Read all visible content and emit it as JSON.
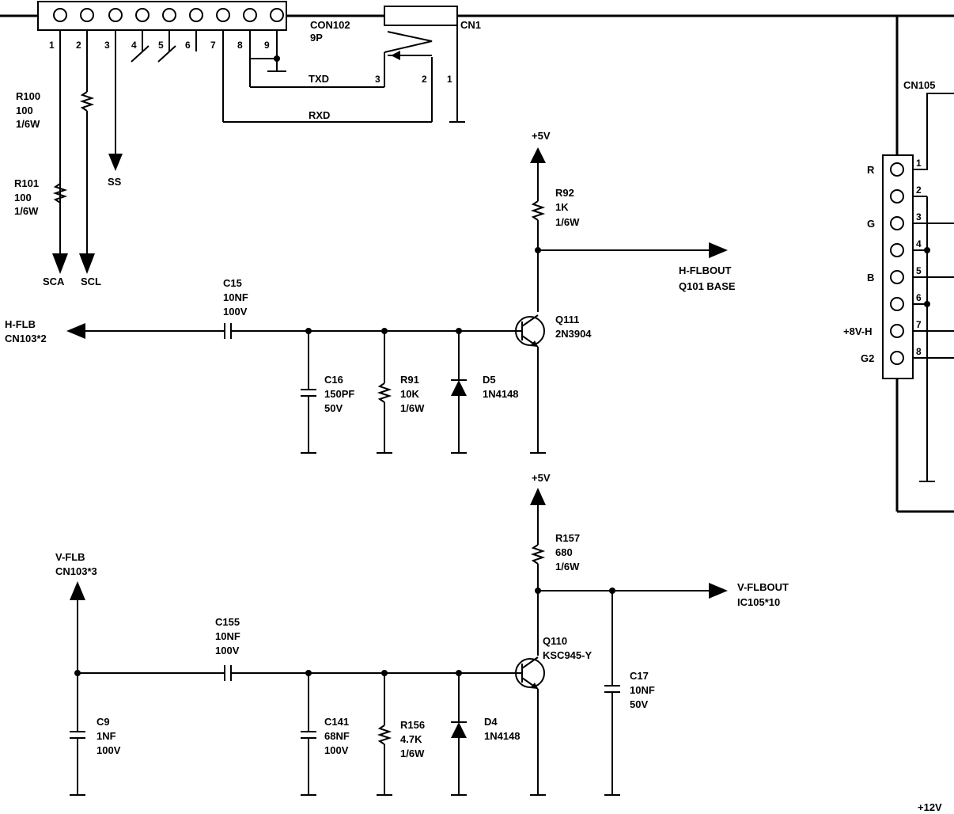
{
  "connectors": {
    "con102": {
      "ref": "CON102",
      "type": "9P",
      "pins": [
        "1",
        "2",
        "3",
        "4",
        "5",
        "6",
        "7",
        "8",
        "9"
      ]
    },
    "cn1": {
      "ref": "CN1",
      "pins": [
        "3",
        "2",
        "1"
      ]
    },
    "cn105": {
      "ref": "CN105",
      "pins": [
        "1",
        "2",
        "3",
        "4",
        "5",
        "6",
        "7",
        "8"
      ],
      "labels": [
        "R",
        "",
        "G",
        "",
        "B",
        "",
        "+8V-H",
        "G2"
      ]
    }
  },
  "nets": {
    "txd": "TXD",
    "rxd": "RXD",
    "ss": "SS",
    "sca": "SCA",
    "scl": "SCL",
    "plus5v_top": "+5V",
    "plus5v_bottom": "+5V",
    "plus12v": "+12V",
    "hflb_name": "H-FLB",
    "hflb_src": "CN103*2",
    "hflbout_name": "H-FLBOUT",
    "hflbout_dest": "Q101 BASE",
    "vflb_name": "V-FLB",
    "vflb_src": "CN103*3",
    "vflbout_name": "V-FLBOUT",
    "vflbout_dest": "IC105*10"
  },
  "components": {
    "r100": {
      "ref": "R100",
      "value": "100",
      "rating": "1/6W"
    },
    "r101": {
      "ref": "R101",
      "value": "100",
      "rating": "1/6W"
    },
    "r92": {
      "ref": "R92",
      "value": "1K",
      "rating": "1/6W"
    },
    "c15": {
      "ref": "C15",
      "value": "10NF",
      "rating": "100V"
    },
    "c16": {
      "ref": "C16",
      "value": "150PF",
      "rating": "50V"
    },
    "r91": {
      "ref": "R91",
      "value": "10K",
      "rating": "1/6W"
    },
    "d5": {
      "ref": "D5",
      "value": "1N4148"
    },
    "q111": {
      "ref": "Q111",
      "value": "2N3904"
    },
    "r157": {
      "ref": "R157",
      "value": "680",
      "rating": "1/6W"
    },
    "q110": {
      "ref": "Q110",
      "value": "KSC945-Y"
    },
    "c17": {
      "ref": "C17",
      "value": "10NF",
      "rating": "50V"
    },
    "c9": {
      "ref": "C9",
      "value": "1NF",
      "rating": "100V"
    },
    "c155": {
      "ref": "C155",
      "value": "10NF",
      "rating": "100V"
    },
    "c141": {
      "ref": "C141",
      "value": "68NF",
      "rating": "100V"
    },
    "r156": {
      "ref": "R156",
      "value": "4.7K",
      "rating": "1/6W"
    },
    "d4": {
      "ref": "D4",
      "value": "1N4148"
    }
  }
}
